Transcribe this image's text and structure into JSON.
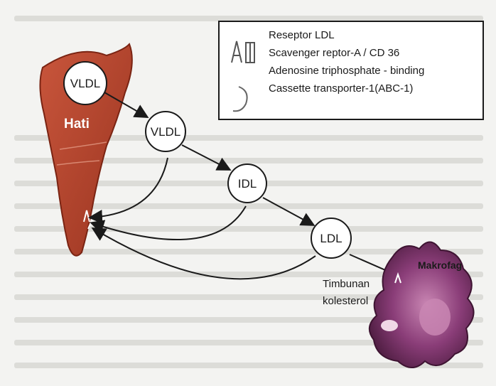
{
  "legend": {
    "items": [
      {
        "icon": "ldl-receptor-icon",
        "label": "Reseptor LDL"
      },
      {
        "icon": "scavenger-receptor-icon",
        "label": "Scavenger reptor-A / CD 36"
      },
      {
        "icon": "abc1-icon",
        "label": "Adenosine triphosphate - binding"
      },
      {
        "icon": "abc1-icon",
        "label": "Cassette transporter-1(ABC-1)"
      }
    ]
  },
  "organ": {
    "label": "Hati"
  },
  "nodes": {
    "vldl1": "VLDL",
    "vldl2": "VLDL",
    "idl": "IDL",
    "ldl": "LDL"
  },
  "macrophage": {
    "label": "Makrofag"
  },
  "plaque": {
    "line1": "Timbunan",
    "line2": "kolesterol"
  },
  "colors": {
    "liver": "#b8452e",
    "liver_dark": "#8e2e1c",
    "macrophage": "#6b2a5a",
    "macrophage_light": "#c986b3",
    "background_text": "#d9d9d9"
  }
}
